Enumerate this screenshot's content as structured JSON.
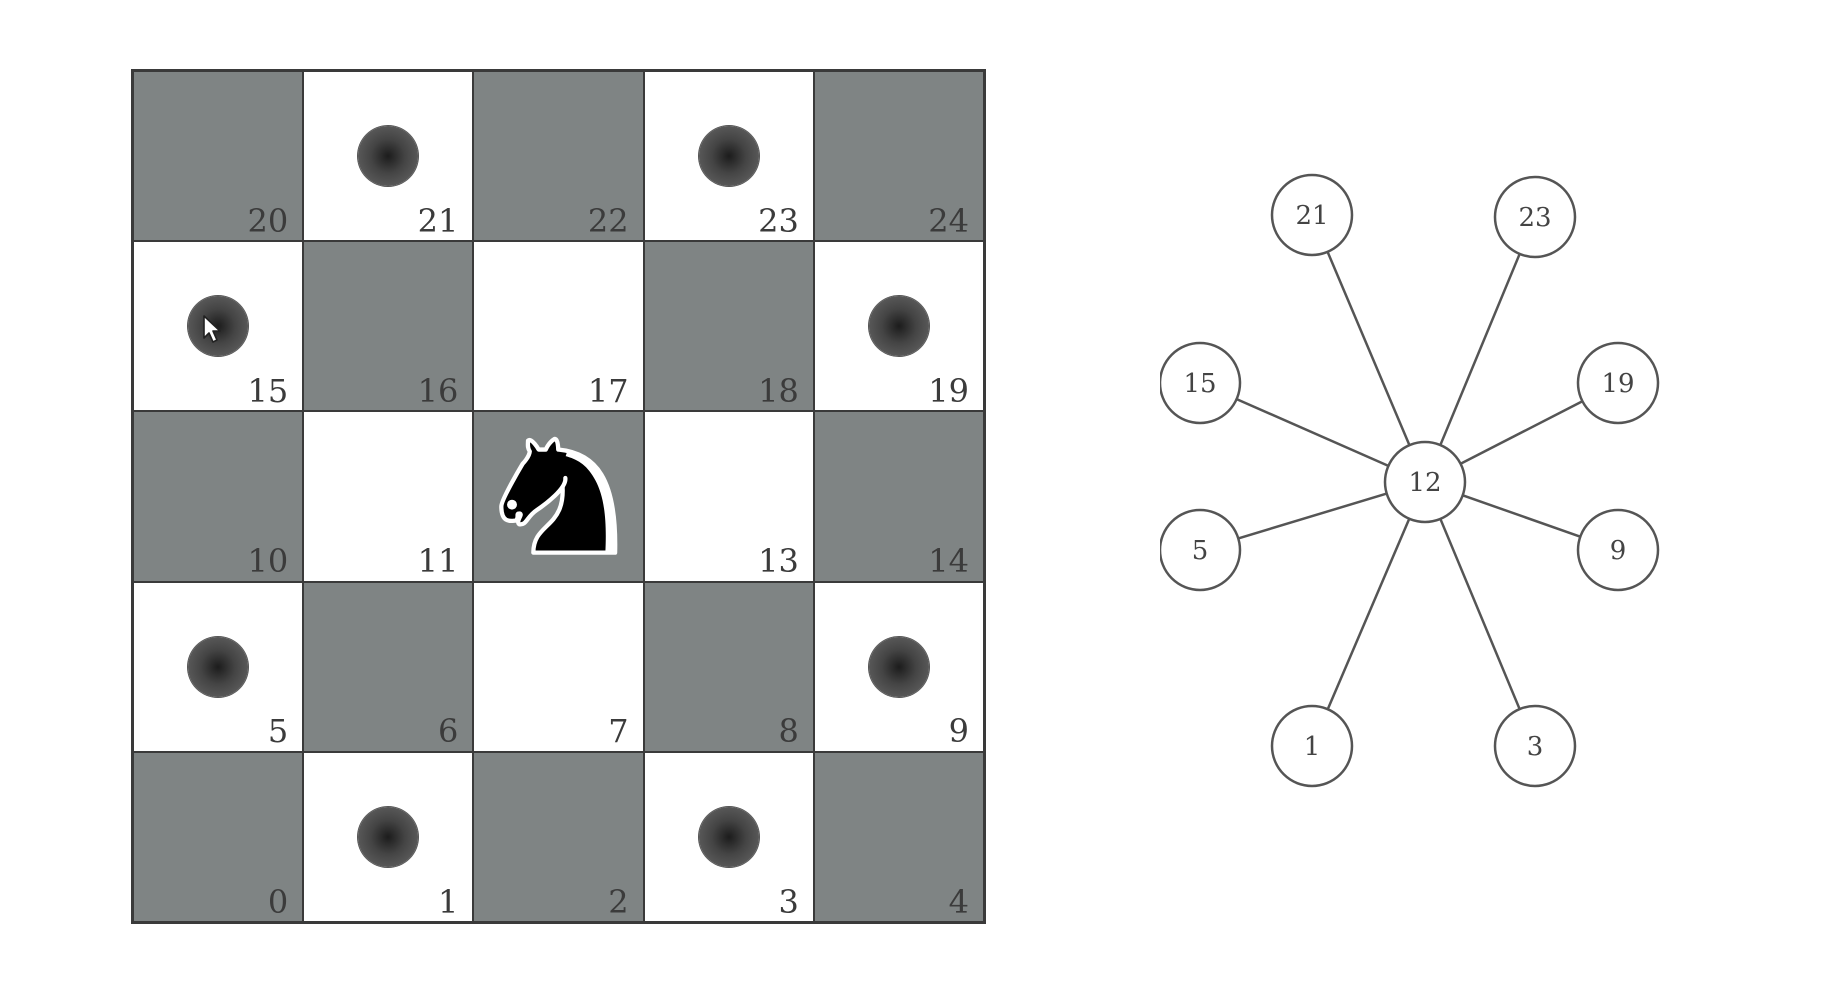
{
  "board": {
    "rows": [
      [
        {
          "num": "20",
          "shade": "dark"
        },
        {
          "num": "21",
          "shade": "light",
          "marker": true
        },
        {
          "num": "22",
          "shade": "dark"
        },
        {
          "num": "23",
          "shade": "light",
          "marker": true
        },
        {
          "num": "24",
          "shade": "dark"
        }
      ],
      [
        {
          "num": "15",
          "shade": "light",
          "marker": true,
          "cursor": true
        },
        {
          "num": "16",
          "shade": "dark"
        },
        {
          "num": "17",
          "shade": "light"
        },
        {
          "num": "18",
          "shade": "dark"
        },
        {
          "num": "19",
          "shade": "light",
          "marker": true
        }
      ],
      [
        {
          "num": "10",
          "shade": "dark"
        },
        {
          "num": "11",
          "shade": "light"
        },
        {
          "num": "",
          "shade": "dark",
          "piece": "black-knight"
        },
        {
          "num": "13",
          "shade": "light"
        },
        {
          "num": "14",
          "shade": "dark"
        }
      ],
      [
        {
          "num": "5",
          "shade": "light",
          "marker": true
        },
        {
          "num": "6",
          "shade": "dark"
        },
        {
          "num": "7",
          "shade": "light"
        },
        {
          "num": "8",
          "shade": "dark"
        },
        {
          "num": "9",
          "shade": "light",
          "marker": true
        }
      ],
      [
        {
          "num": "0",
          "shade": "dark"
        },
        {
          "num": "1",
          "shade": "light",
          "marker": true
        },
        {
          "num": "2",
          "shade": "dark"
        },
        {
          "num": "3",
          "shade": "light",
          "marker": true
        },
        {
          "num": "4",
          "shade": "dark"
        }
      ]
    ]
  },
  "graph": {
    "center": "12",
    "neighbors": [
      "21",
      "23",
      "15",
      "19",
      "5",
      "9",
      "1",
      "3"
    ]
  },
  "colors": {
    "dark_square": "#7f8484",
    "light_square": "#ffffff",
    "grid_line": "#3a3a3a",
    "node_stroke": "#555555"
  }
}
